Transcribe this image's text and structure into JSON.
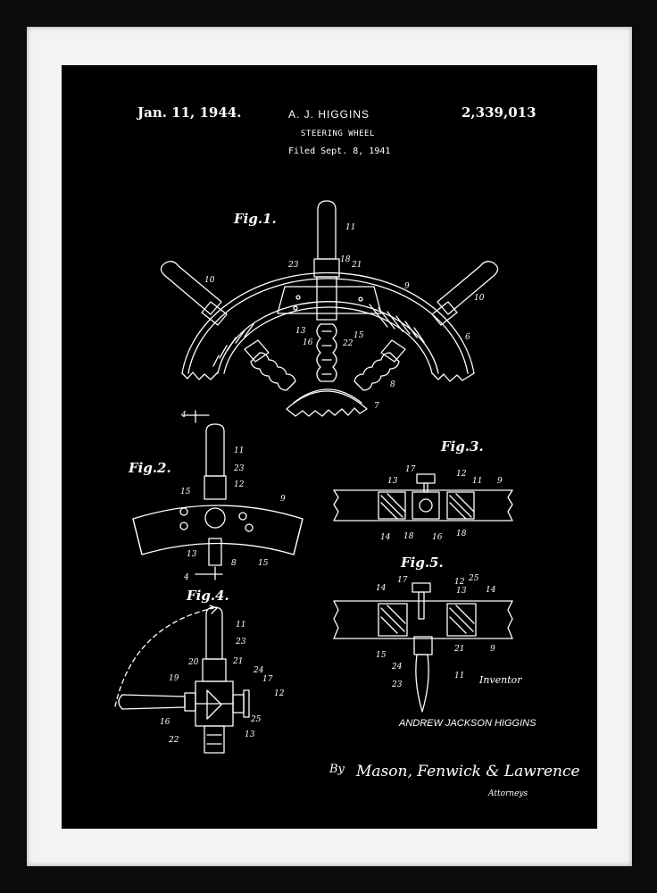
{
  "patent": {
    "date": "Jan. 11, 1944.",
    "inventor": "A. J. HIGGINS",
    "number": "2,339,013",
    "title": "STEERING WHEEL",
    "filed": "Filed Sept. 8, 1941"
  },
  "figures": {
    "fig1": "Fig.1.",
    "fig2": "Fig.2.",
    "fig3": "Fig.3.",
    "fig4": "Fig.4.",
    "fig5": "Fig.5."
  },
  "inventor_block": {
    "caption": "Inventor",
    "name": "ANDREW JACKSON HIGGINS",
    "by": "By",
    "attorneys": "Mason, Fenwick & Lawrence",
    "attorneys_caption": "Attorneys"
  },
  "colors": {
    "frame": "#0b0b0b",
    "mat": "#f3f3f3",
    "print_background": "#000000",
    "ink": "#ffffff"
  }
}
